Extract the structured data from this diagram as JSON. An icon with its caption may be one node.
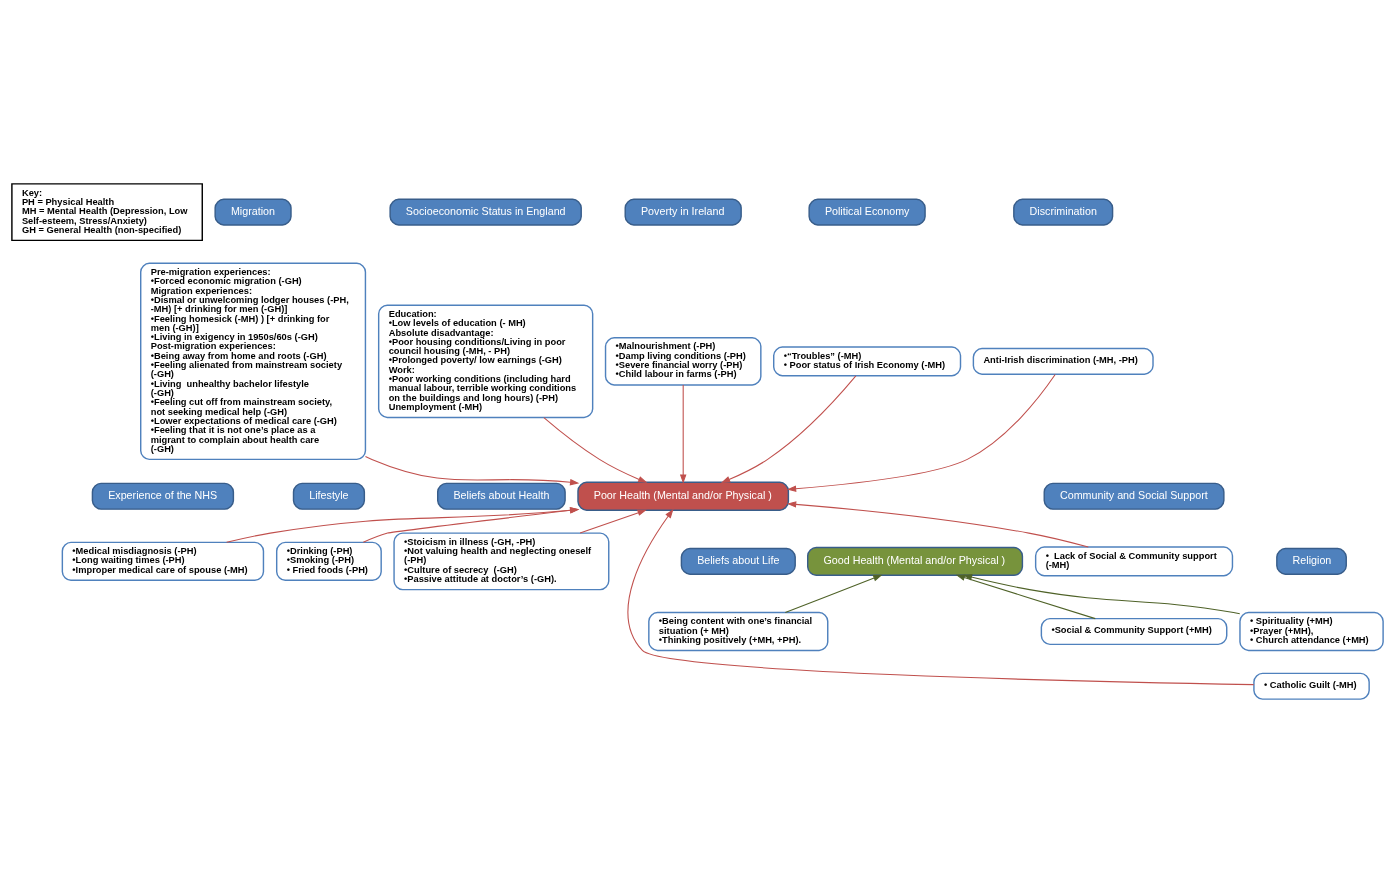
{
  "diagram": {
    "nodes": [
      {
        "text": [
          "Key:",
          "PH = Physical Health",
          "MH = Mental Health (Depression, Low Self-esteem, Stress/Anxiety)",
          "GH = General Health (non-specified)"
        ]
      },
      {
        "text": [
          "Migration"
        ]
      },
      {
        "text": [
          "Pre-migration experiences:",
          "•Forced economic migration (-GH)",
          "Migration experiences:",
          "•Dismal or unwelcoming lodger houses (-PH, -MH) [+ drinking for men (-GH)]",
          "•Feeling homesick (-MH) ) [+ drinking for men (-GH)]",
          "•Living in exigency in 1950s/60s (-GH)",
          "Post-migration experiences:",
          "•Being away from home and roots (-GH)",
          "•Feeling alienated from mainstream society (-GH)",
          "•Living  unhealthy bachelor lifestyle (-GH)",
          "•Feeling cut off from mainstream society, not seeking medical help (-GH)",
          "•Lower expectations of medical care (-GH)",
          "•Feeling that it is not one’s place as a migrant to complain about health care (-GH)"
        ]
      },
      {
        "text": [
          "Socioeconomic Status in England"
        ]
      },
      {
        "text": [
          "Education:",
          "•Low levels of education (- MH)",
          "Absolute disadvantage:",
          "•Poor housing conditions/Living in poor council housing (-MH, - PH)",
          "•Prolonged poverty/ low earnings (-GH)",
          "Work:",
          "•Poor working conditions (including hard manual labour, terrible working conditions on the buildings and long hours) (-PH)",
          "Unemployment (-MH)"
        ]
      },
      {
        "text": [
          "Poverty in Ireland"
        ]
      },
      {
        "text": [
          "•Malnourishment (-PH)",
          "•Damp living conditions (-PH)",
          "•Severe financial worry (-PH)",
          "•Child labour in farms (-PH)"
        ]
      },
      {
        "text": [
          "Political Economy"
        ]
      },
      {
        "text": [
          "•“Troubles” (-MH)",
          "• Poor status of Irish Economy (-MH)"
        ]
      },
      {
        "text": [
          "Experience of the NHS"
        ]
      },
      {
        "text": [
          "•Medical misdiagnosis (-PH)",
          "•Long waiting times (-PH)",
          "•Improper medical care of spouse (-MH)"
        ]
      },
      {
        "text": [
          "Lifestyle"
        ]
      },
      {
        "text": [
          "•Drinking (-PH)",
          "•Smoking (-PH)",
          "• Fried foods (-PH)"
        ]
      },
      {
        "text": [
          "Poor Health (Mental and/or Physical )"
        ]
      },
      {
        "text": [
          "Beliefs about Health"
        ]
      },
      {
        "text": [
          "•Stoicism in illness (-GH, -PH)",
          "•Not valuing health and neglecting oneself (-PH)",
          "•Culture of secrecy  (-GH)",
          "•Passive attitude at doctor’s (-GH)."
        ]
      },
      {
        "text": [
          "Discrimination"
        ]
      },
      {
        "text": [
          "Anti-Irish discrimination (-MH, -PH)"
        ]
      },
      {
        "text": [
          "Community and Social Support"
        ]
      },
      {
        "text": [
          "•  Lack of Social & Community support (-MH)"
        ]
      },
      {
        "text": [
          "•Social & Community Support (+MH)"
        ]
      },
      {
        "text": [
          "Good Health (Mental and/or Physical )"
        ]
      },
      {
        "text": [
          "Beliefs about Life"
        ]
      },
      {
        "text": [
          "•Being content with one’s financial situation (+ MH)",
          "•Thinking positively (+MH, +PH)."
        ]
      },
      {
        "text": [
          "Religion"
        ]
      },
      {
        "text": [
          "• Spirituality (+MH)",
          "•Prayer (+MH),",
          "• Church attendance (+MH)"
        ]
      },
      {
        "text": [
          "• Catholic Guilt (-MH)"
        ]
      }
    ],
    "edges": [
      {
        "from": 2,
        "to": 13,
        "arrow": "to"
      },
      {
        "from": 4,
        "to": 13,
        "arrow": "to"
      },
      {
        "from": 6,
        "to": 13,
        "arrow": "to"
      },
      {
        "from": 8,
        "to": 13,
        "arrow": "to"
      },
      {
        "from": 10,
        "to": 13,
        "arrow": "to"
      },
      {
        "from": 12,
        "to": 13,
        "arrow": "to"
      },
      {
        "from": 15,
        "to": 13,
        "arrow": "to"
      },
      {
        "from": 17,
        "to": 13,
        "arrow": "to"
      },
      {
        "from": 19,
        "to": 13,
        "arrow": "to"
      },
      {
        "from": 26,
        "to": 13,
        "arrow": "to"
      },
      {
        "from": 20,
        "to": 21,
        "arrow": "to",
        "color": "#4f6228"
      },
      {
        "from": 23,
        "to": 21,
        "arrow": "to",
        "color": "#4f6228"
      },
      {
        "from": 25,
        "to": 21,
        "arrow": "to",
        "color": "#4f6228"
      }
    ]
  }
}
